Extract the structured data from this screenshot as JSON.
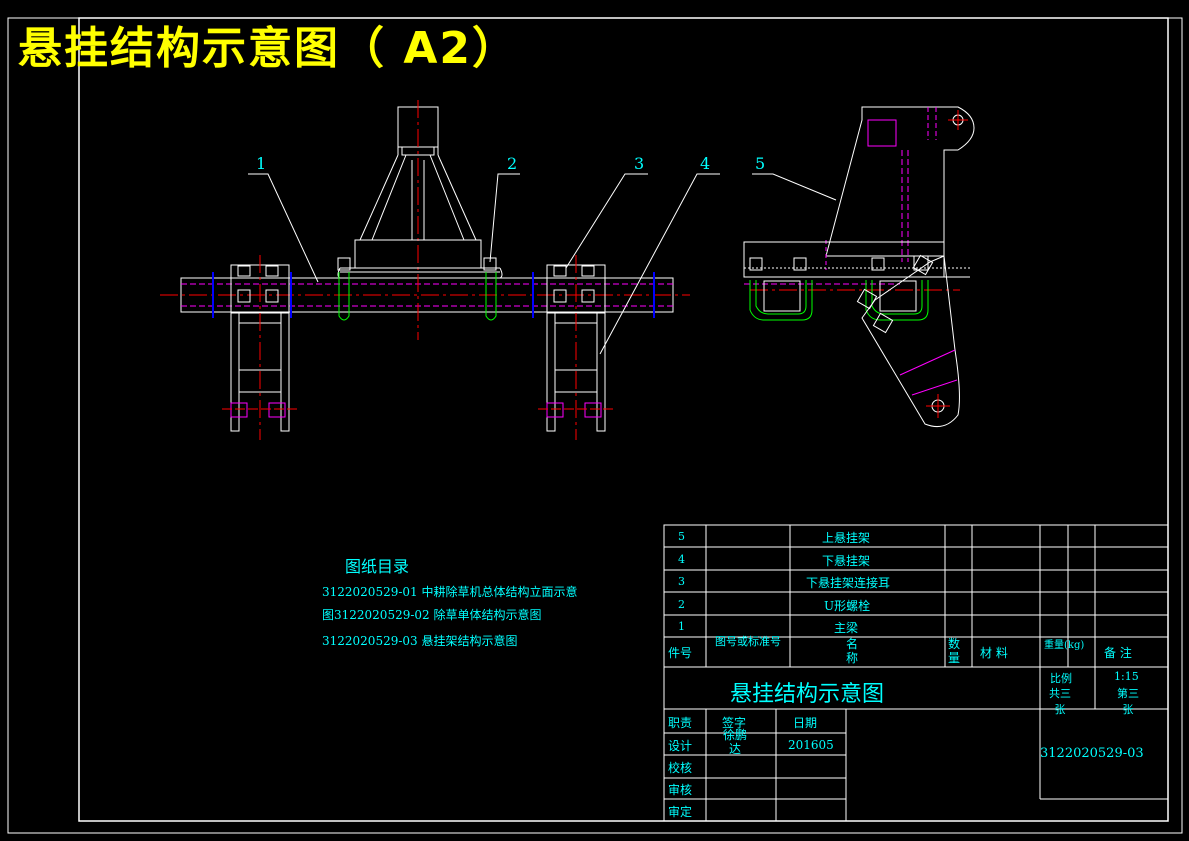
{
  "title": "悬挂结构示意图（ A2）",
  "callouts": [
    "1",
    "2",
    "3",
    "4",
    "5"
  ],
  "toc": {
    "heading": "图纸目录",
    "items": [
      "3122020529-01 中耕除草机总体结构立面示意",
      "图3122020529-02 除草单体结构示意图",
      "3122020529-03 悬挂架结构示意图"
    ]
  },
  "parts_list": [
    {
      "no": "5",
      "name": "上悬挂架"
    },
    {
      "no": "4",
      "name": "下悬挂架"
    },
    {
      "no": "3",
      "name": "下悬挂架连接耳"
    },
    {
      "no": "2",
      "name": "U形螺栓"
    },
    {
      "no": "1",
      "name": "主梁"
    }
  ],
  "parts_header": {
    "no": "件号",
    "code": "图号或标准号",
    "name": "名称",
    "qty": "数量",
    "material": "材 料",
    "weight": "重量(kg)",
    "remark": "备 注"
  },
  "title_block": {
    "drawing_name": "悬挂结构示意图",
    "scale_label": "比例",
    "scale": "1:15",
    "sheets_total": "共三张",
    "sheet_no": "第三张",
    "roles": [
      "职责",
      "设计",
      "校核",
      "审核",
      "审定"
    ],
    "signature_label": "签字",
    "date_label": "日期",
    "designer": "徐鹏达",
    "date": "201605",
    "drawing_no": "3122020529-03"
  },
  "colors": {
    "background": "#000000",
    "outline": "#ffffff",
    "title": "#ffff00",
    "annotation": "#00ffff",
    "hidden_line": "#ff00ff",
    "center_line": "#ff0000",
    "bolt": "#0000ff",
    "weld": "#00ff00"
  }
}
